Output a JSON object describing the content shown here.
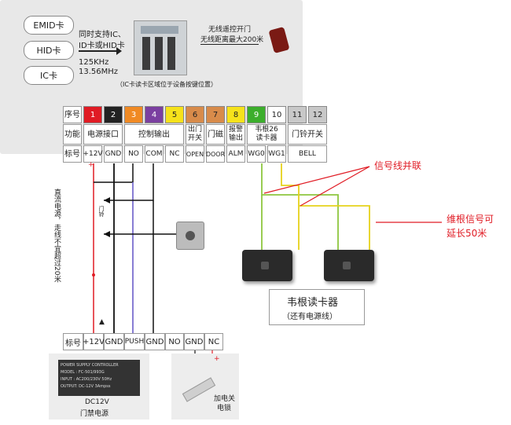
{
  "feature_note": [
    "同时支持IC、",
    "ID卡或HID卡"
  ],
  "frequency": [
    "125KHz",
    "13.56MHz"
  ],
  "card_types": [
    "EMID卡",
    "HID卡",
    "IC卡"
  ],
  "remote_note": [
    "无线遥控开门",
    "无线距离最大200米"
  ],
  "reader_zone_note": "（IC卡读卡区域位于设备按键位置）",
  "terminal_table": {
    "row_labels": [
      "序号",
      "功能",
      "标号"
    ],
    "numbers": [
      "1",
      "2",
      "3",
      "4",
      "5",
      "6",
      "7",
      "8",
      "9",
      "10",
      "11",
      "12"
    ],
    "number_colors": [
      "#e01b24",
      "#222222",
      "#f08a24",
      "#7b3fa0",
      "#f6e21b",
      "#d88b4a",
      "#d88b4a",
      "#f6e21b",
      "#3cae2c",
      "#ffffff",
      "#c8c8c8",
      "#c8c8c8"
    ],
    "functions": [
      "电源接口",
      "控制输出",
      "出门\n开关",
      "门磁",
      "报警\n输出",
      "韦根26\n读卡器",
      "门铃开关"
    ],
    "labels": [
      "+12V",
      "GND",
      "NO",
      "COM",
      "NC",
      "OPEN",
      "DOOR",
      "ALM",
      "WG0",
      "WG1",
      "BELL"
    ]
  },
  "signal_parallel_label": "信号线并联",
  "extend_label": [
    "维根信号可",
    "延长50米"
  ],
  "dc_power_vertical": "直流电源，走线不宜超过20米",
  "small_label": "门铃",
  "reader_title": "韦根读卡器",
  "reader_subtitle": "（还有电源线）",
  "psu_terminals": {
    "labels": [
      "标号",
      "+12V",
      "GND",
      "PUSH",
      "GND",
      "NO",
      "GND",
      "NC"
    ]
  },
  "psu_plate": {
    "lines": [
      "POWER SUPPLY CONTROLLER",
      "MODEL : FC-501/993G",
      "INPUT   : AC200/230V  50Hz",
      "OUTPUT: DC-12V  3Ampss"
    ]
  },
  "psu_caption": [
    "DC12V",
    "门禁电源"
  ],
  "lock_caption": [
    "加电关",
    "电锁"
  ],
  "plus_sign": "+",
  "arrow_sign": "▲",
  "colors": {
    "red_wire": "#e01b24",
    "yellow_wire": "#e6d21b",
    "green_wire": "#8ec63f",
    "purple_wire": "#7b6fd0",
    "black_wire": "#111111"
  }
}
